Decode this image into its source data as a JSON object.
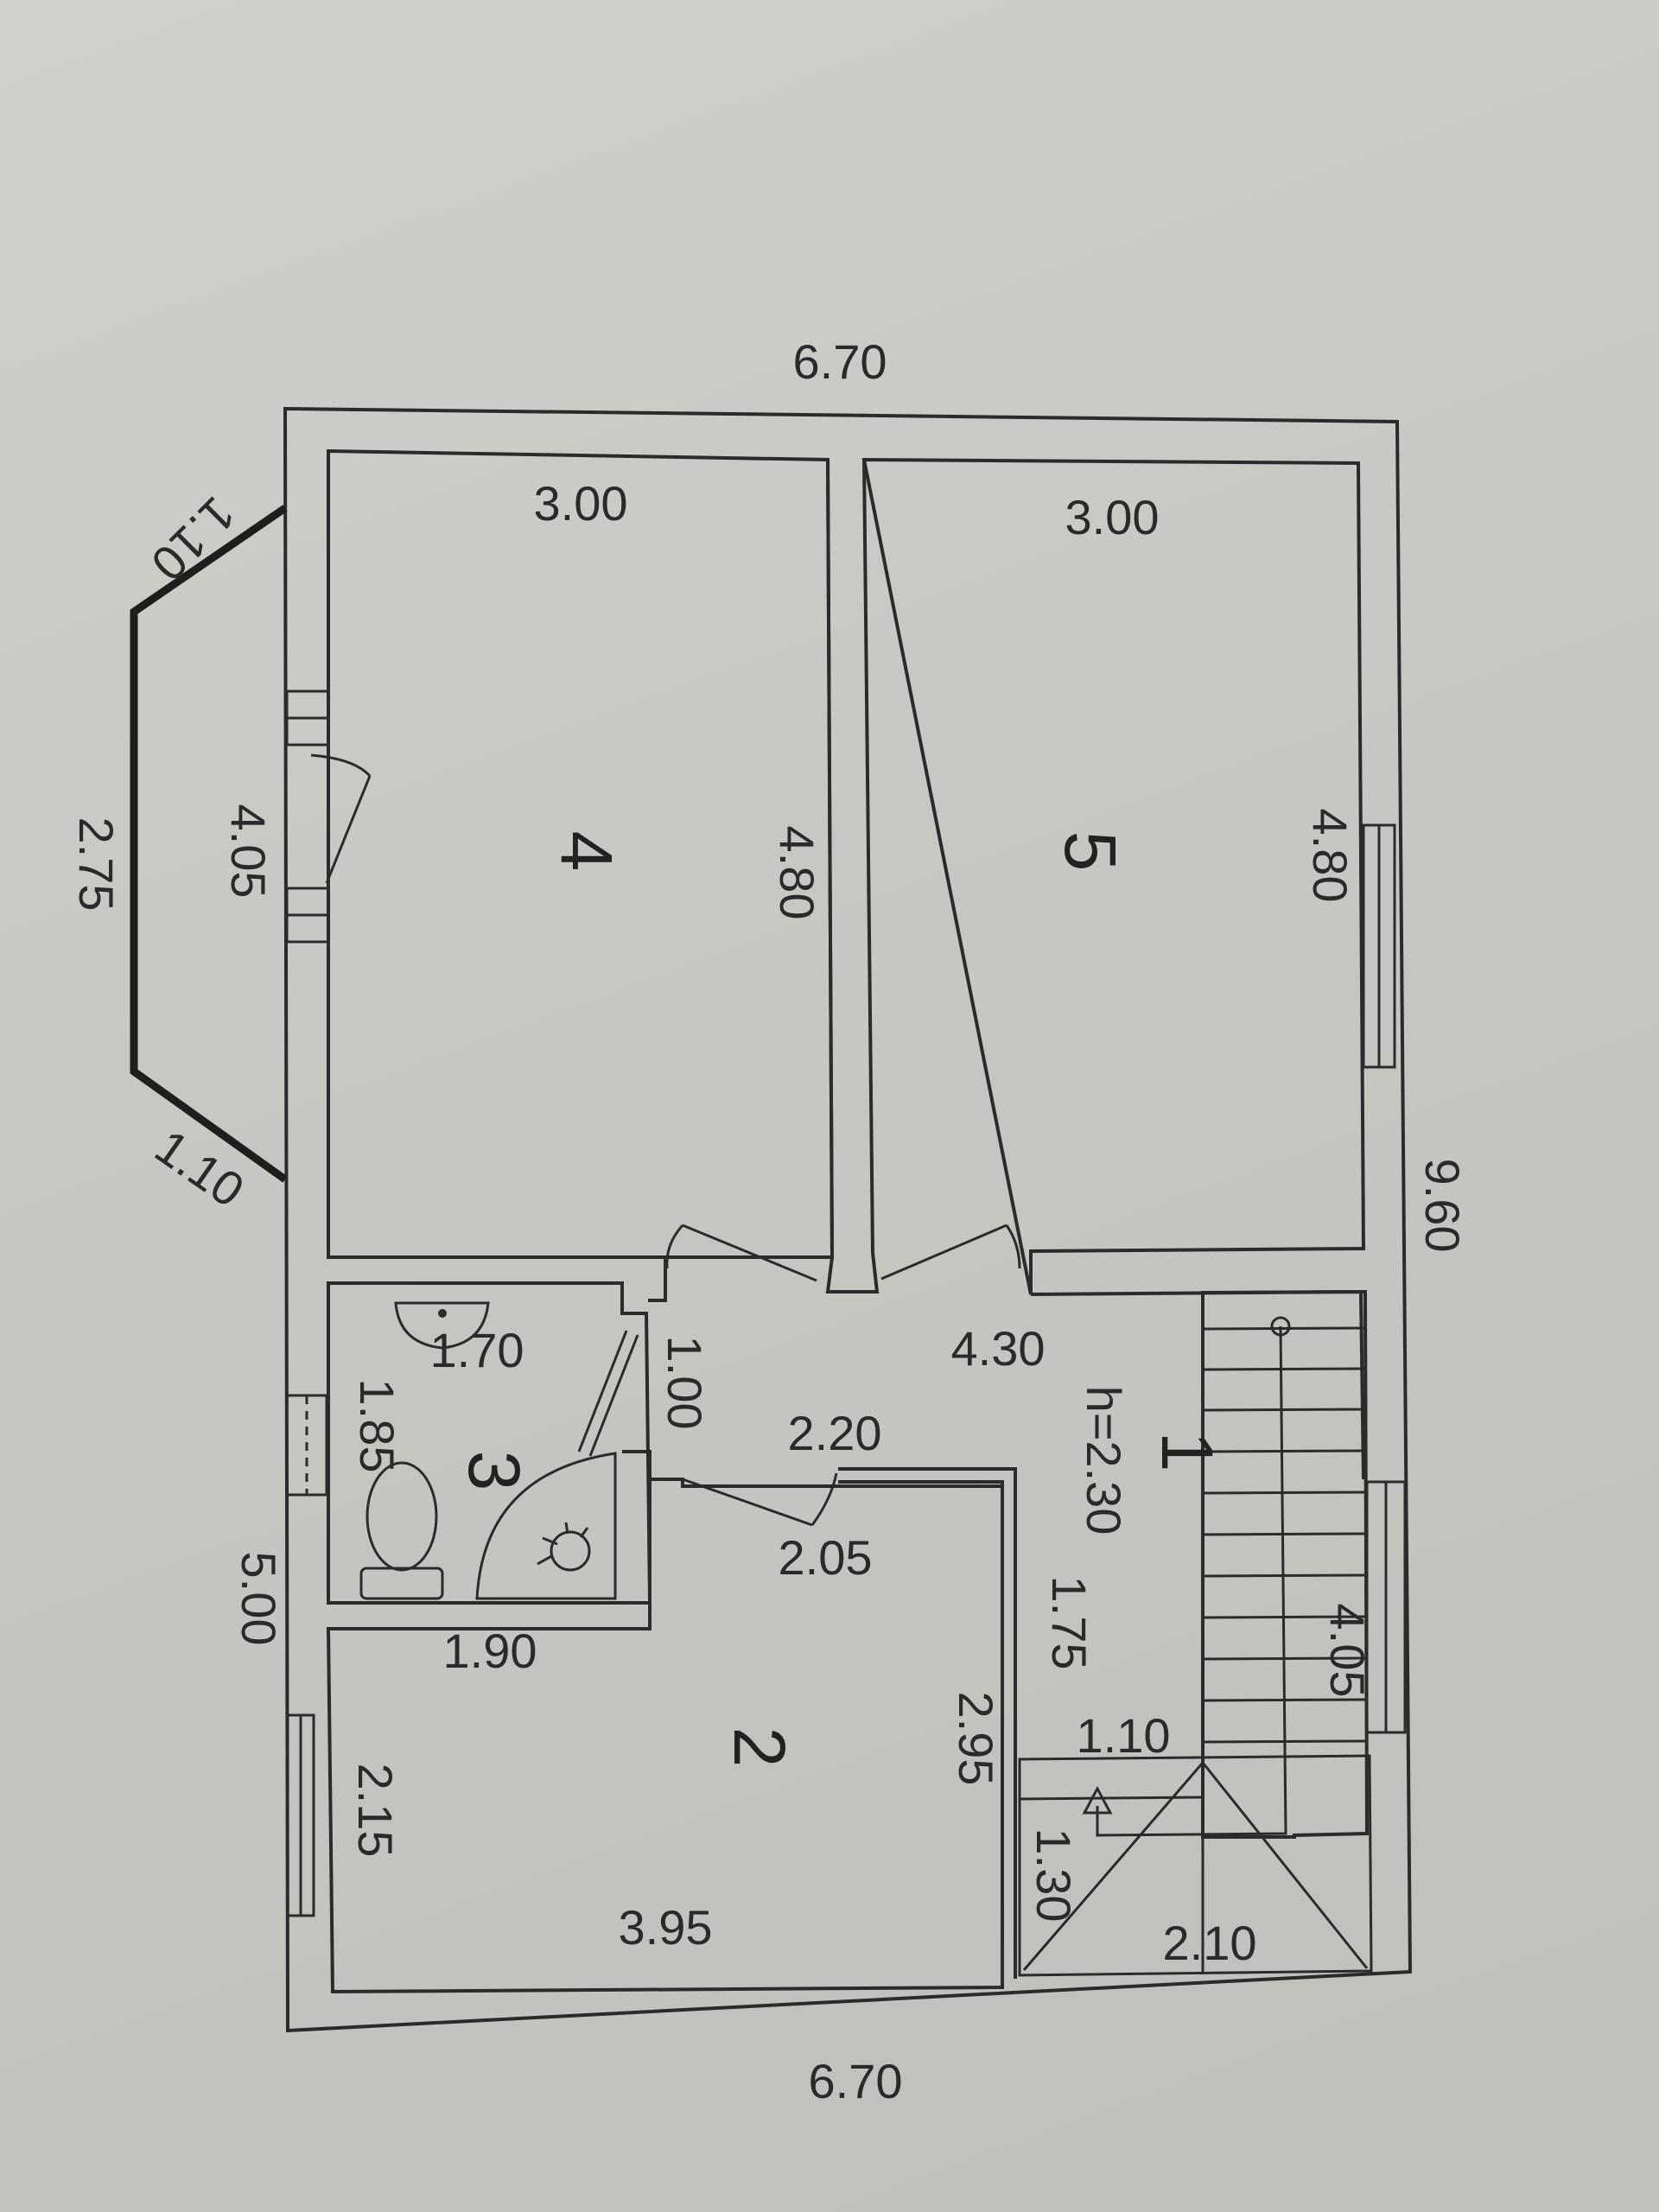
{
  "plan": {
    "overall": {
      "top_width": "6.70",
      "bottom_width": "6.70",
      "right_length": "9.60"
    },
    "bay": {
      "top_segment": "1.10",
      "side_segment": "2.75",
      "bottom_segment": "1.10",
      "wall_length": "4.05"
    },
    "rooms": [
      {
        "number": "1",
        "label": "h=2.30",
        "width": "4.30",
        "corridor": "2.20",
        "length": "1.75"
      },
      {
        "number": "2",
        "width": "3.95",
        "length": "2.95",
        "left_length": "2.15",
        "door": "2.05"
      },
      {
        "number": "3",
        "width": "1.70",
        "length": "1.85",
        "bottom": "1.90",
        "door": "1.00"
      },
      {
        "number": "4",
        "width": "3.00",
        "length": "4.80"
      },
      {
        "number": "5",
        "width": "3.00",
        "length": "4.80"
      }
    ],
    "stair": {
      "length": "4.05",
      "landing_width": "1.10",
      "landing_length": "1.30",
      "bottom_width": "2.10"
    },
    "left_wall_total": "5.00"
  }
}
